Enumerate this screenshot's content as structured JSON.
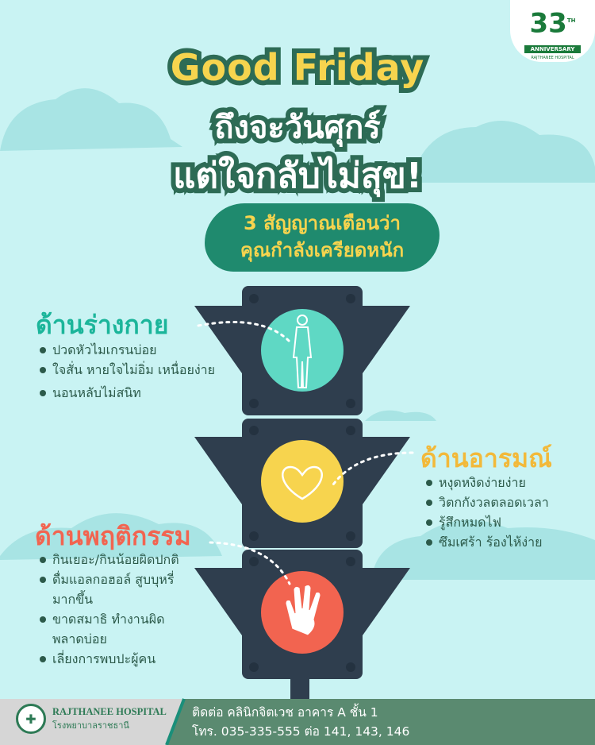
{
  "logo": {
    "number": "33",
    "suffix": "TH",
    "ribbon": "ANNIVERSARY",
    "hospital": "RAJTHANEE HOSPITAL"
  },
  "title": {
    "line1": "Good Friday",
    "line2": "ถึงจะวันศุกร์",
    "line3": "แต่ใจกลับไม่สุข!"
  },
  "subtitle": {
    "line1": "3 สัญญาณเตือนว่า",
    "line2": "คุณกำลังเครียดหนัก"
  },
  "sections": {
    "physical": {
      "heading": "ด้านร่างกาย",
      "items": [
        "ปวดหัวไมเกรนบ่อย",
        "ใจสั่น หายใจไม่อิ่ม เหนื่อยง่าย",
        "นอนหลับไม่สนิท"
      ]
    },
    "emotional": {
      "heading": "ด้านอารมณ์",
      "items": [
        "หงุดหงิดง่ายง่าย",
        "วิตกกังวลตลอดเวลา",
        "รู้สึกหมดไฟ",
        "ซึมเศร้า ร้องไห้ง่าย"
      ]
    },
    "behavioral": {
      "heading": "ด้านพฤติกรรม",
      "items": [
        "กินเยอะ/กินน้อยผิดปกติ",
        "ดื่มแอลกอฮอล์ สูบบุหรี่มากขึ้น",
        "ขาดสมาธิ ทำงานผิดพลาดบ่อย",
        "เลี่ยงการพบปะผู้คน"
      ]
    }
  },
  "footer": {
    "hospital_en": "RAJTHANEE HOSPITAL",
    "hospital_th": "โรงพยาบาลราชธานี",
    "contact_line1": "ติดต่อ คลินิกจิตเวช อาคาร A ชั้น 1",
    "contact_line2": "โทร. 035-335-555 ต่อ 141, 143, 146"
  },
  "colors": {
    "bg": "#c9f3f3",
    "green_light": "#5fd8c4",
    "yellow_light": "#f7d44e",
    "red_light": "#f26450",
    "dark": "#2f3e4e",
    "footer": "#5a8a70"
  }
}
